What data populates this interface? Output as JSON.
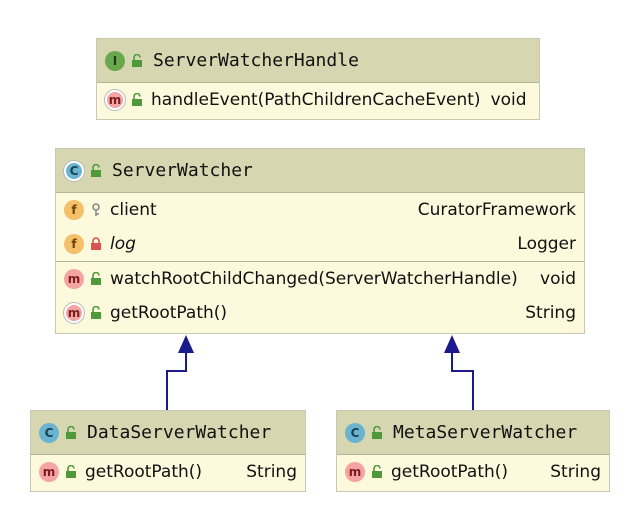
{
  "colors": {
    "box_fill": "#fcf9dc",
    "header_fill": "#d6d6b0",
    "arrow": "#1a1a8c",
    "interface_badge": "#6aa84f",
    "class_badge": "#6bb4cf",
    "method_badge": "#f5a3a3",
    "field_badge": "#f4c06a"
  },
  "classes": {
    "handle": {
      "kind": "I",
      "name": "ServerWatcherHandle",
      "methods": [
        {
          "badge": "m",
          "icon": "public-lock-open-icon",
          "name": "handleEvent(PathChildrenCacheEvent)",
          "type": "void"
        }
      ]
    },
    "server_watcher": {
      "kind": "C",
      "name": "ServerWatcher",
      "fields": [
        {
          "badge": "f",
          "icon": "package-private-key-icon",
          "name": "client",
          "type": "CuratorFramework"
        },
        {
          "badge": "f",
          "icon": "private-lock-icon",
          "name": "log",
          "type": "Logger"
        }
      ],
      "methods": [
        {
          "badge": "m",
          "icon": "public-lock-open-icon",
          "name": "watchRootChildChanged(ServerWatcherHandle)",
          "type": "void"
        },
        {
          "badge": "m",
          "icon": "public-lock-open-icon",
          "name": "getRootPath()",
          "type": "String"
        }
      ]
    },
    "data_watcher": {
      "kind": "C",
      "name": "DataServerWatcher",
      "methods": [
        {
          "badge": "m",
          "icon": "public-lock-open-icon",
          "name": "getRootPath()",
          "type": "String"
        }
      ]
    },
    "meta_watcher": {
      "kind": "C",
      "name": "MetaServerWatcher",
      "methods": [
        {
          "badge": "m",
          "icon": "public-lock-open-icon",
          "name": "getRootPath()",
          "type": "String"
        }
      ]
    }
  }
}
